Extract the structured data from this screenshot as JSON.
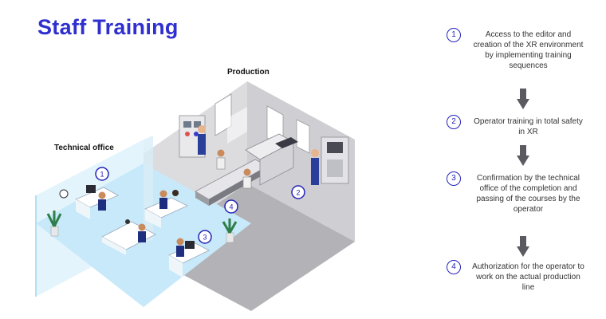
{
  "title": "Staff Training",
  "rooms": {
    "production": "Production",
    "office": "Technical office"
  },
  "markers": [
    "1",
    "2",
    "3",
    "4"
  ],
  "steps": [
    {
      "num": "1",
      "text": "Access to the editor and creation of the XR environment by implementing training sequences"
    },
    {
      "num": "2",
      "text": "Operator training in total safety in XR"
    },
    {
      "num": "3",
      "text": "Confirmation by the technical office of the completion and passing of the courses by the operator"
    },
    {
      "num": "4",
      "text": "Authorization for the operator to work on the actual production line"
    }
  ],
  "colors": {
    "title": "#2f2fd0",
    "circle": "#2323b8",
    "arrow": "#5a5a60",
    "floor_office": "#c6e8f8",
    "floor_production": "#b2b2b6"
  }
}
